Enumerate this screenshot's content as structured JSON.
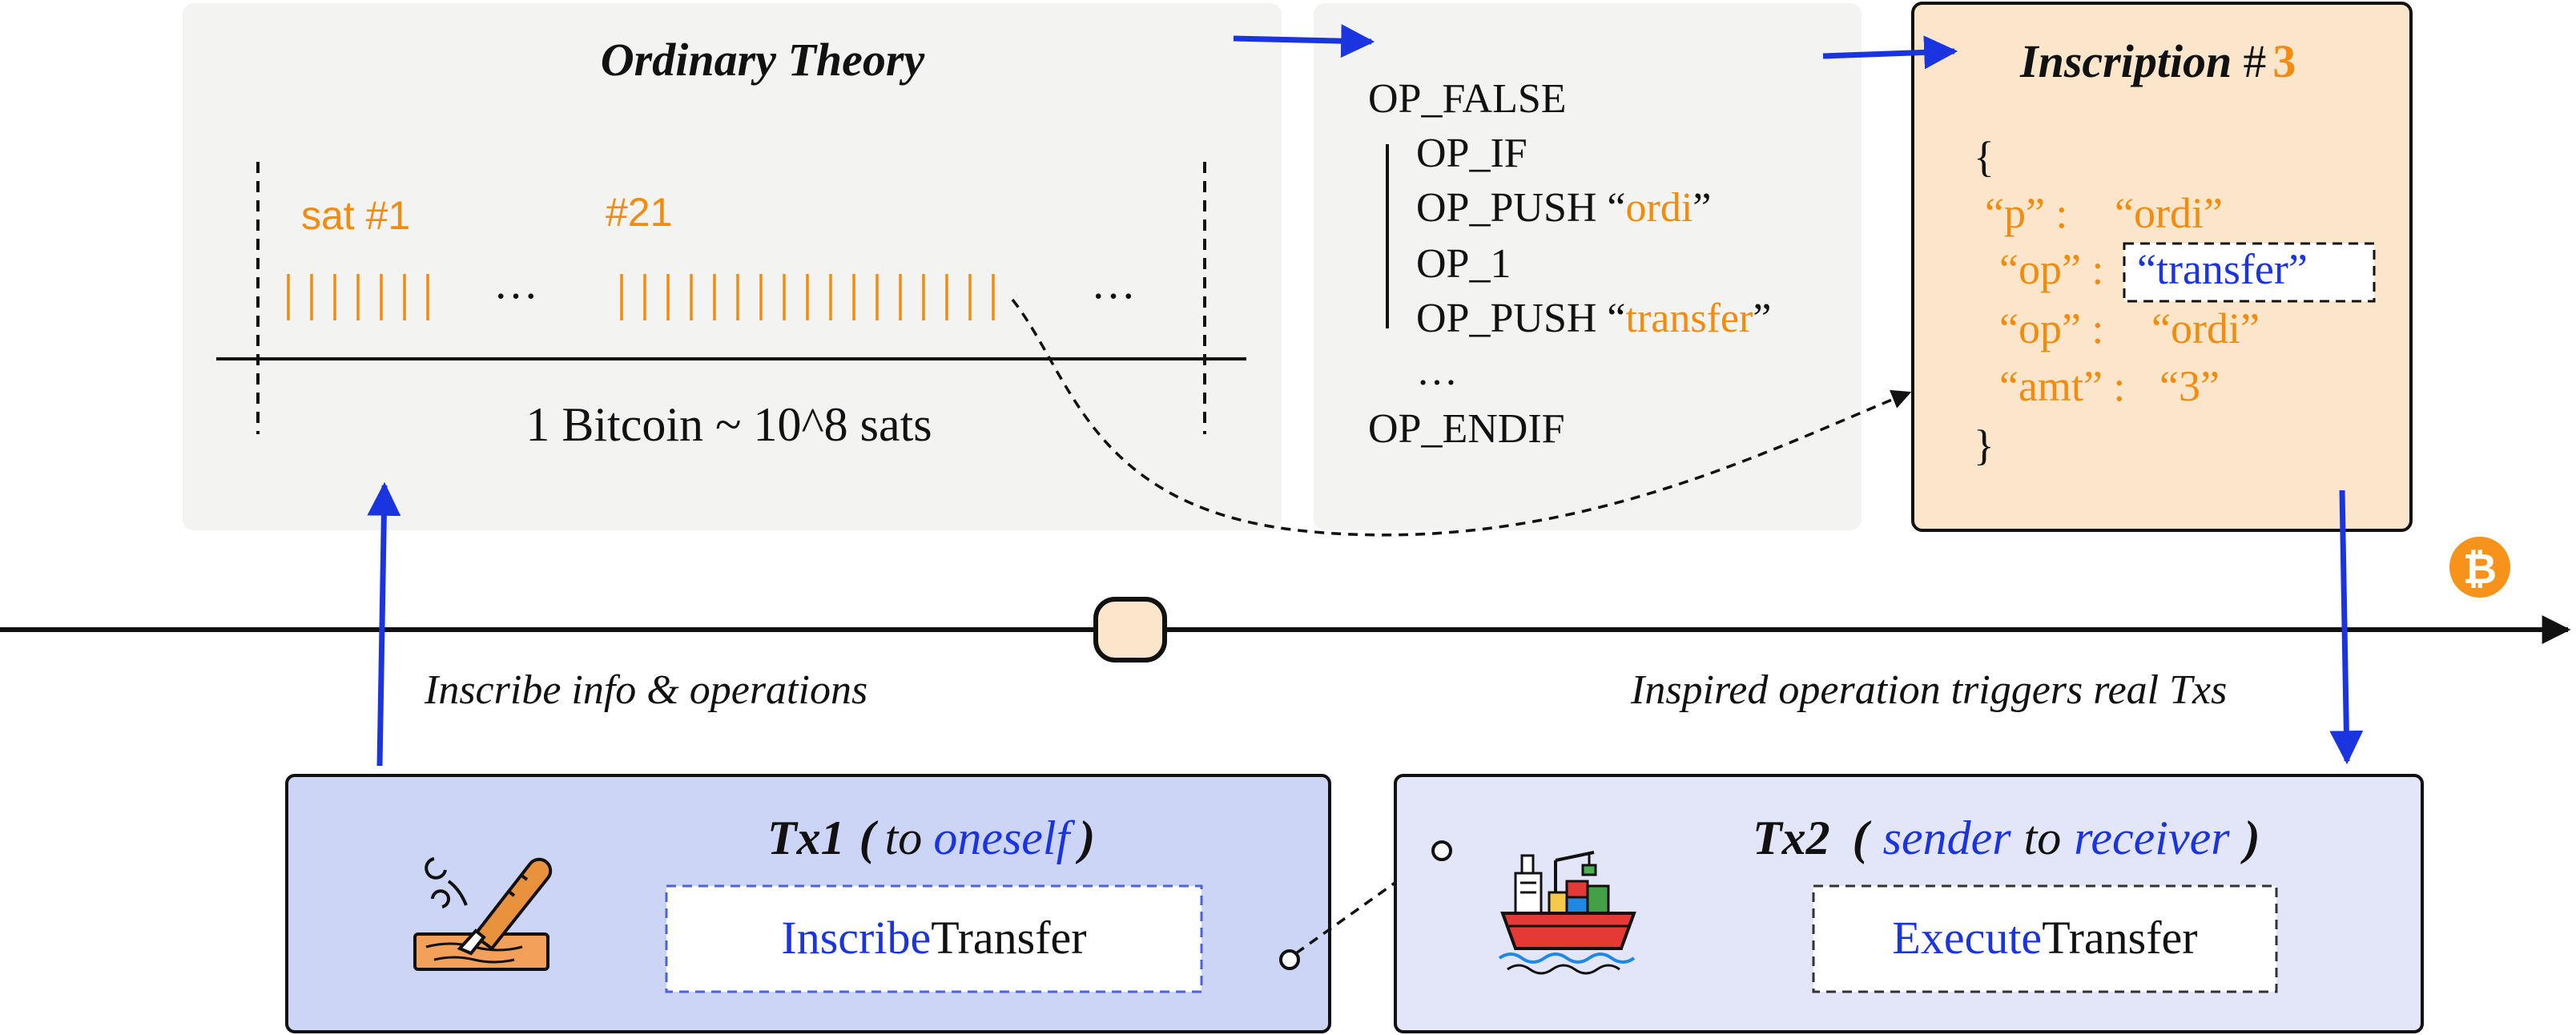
{
  "colors": {
    "accent_orange": "#f28c0f",
    "accent_blue": "#1a35e0",
    "panel_gray": "#f3f3f1",
    "inscription_fill": "#fbe6cc",
    "tx1_fill": "#cdd5f7",
    "tx2_fill": "#e3e5f8",
    "bitcoin": "#f7931a"
  },
  "ordinary": {
    "title": "Ordinary Theory",
    "sat_label_1": "sat #1",
    "sat_label_2": "#21",
    "ellipsis_1": "…",
    "ellipsis_2": "…",
    "caption": "1 Bitcoin ~ 10^8 sats"
  },
  "script": {
    "line1": "OP_FALSE",
    "line2": "OP_IF",
    "line3_prefix": "OP_PUSH “",
    "line3_value": "ordi",
    "line3_suffix": "”",
    "line4": "OP_1",
    "line5_prefix": "OP_PUSH “",
    "line5_value": "transfer",
    "line5_suffix": "”",
    "line6": "…",
    "line7": "OP_ENDIF"
  },
  "inscription": {
    "title": "Inscription",
    "hash": "#",
    "number": "3",
    "open_brace": "{",
    "close_brace": "}",
    "p_key": "“p” :",
    "p_val": "“ordi”",
    "op1_key": "“op” :",
    "op1_val": "“transfer”",
    "op2_key": "“op” :",
    "op2_val": "“ordi”",
    "amt_key": "“amt” :",
    "amt_val": "“3”"
  },
  "timeline": {
    "left_caption": "Inscribe info & operations",
    "right_caption": "Inspired operation triggers real Txs",
    "bitcoin_symbol": "₿"
  },
  "tx1": {
    "title": "Tx1",
    "paren_open": "(",
    "word_to": "to",
    "word_target": "oneself",
    "paren_close": ")",
    "op_prefix": "Inscribe",
    "op_suffix": "Transfer",
    "icon": "carving-chisel-icon"
  },
  "tx2": {
    "title": "Tx2",
    "paren_open": "(",
    "word_sender": "sender",
    "word_to": "to",
    "word_receiver": "receiver",
    "paren_close": ")",
    "op_prefix": "Execute",
    "op_suffix": "Transfer",
    "icon": "cargo-ship-icon"
  }
}
